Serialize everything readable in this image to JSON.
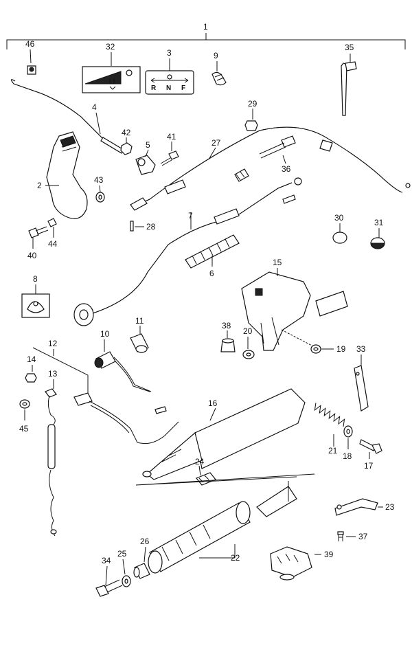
{
  "callouts": {
    "c1": "1",
    "c2": "2",
    "c3": "3",
    "c4": "4",
    "c5": "5",
    "c6": "6",
    "c7": "7",
    "c8": "8",
    "c9": "9",
    "c10": "10",
    "c11": "11",
    "c12": "12",
    "c13": "13",
    "c14": "14",
    "c15": "15",
    "c16": "16",
    "c17": "17",
    "c18": "18",
    "c19": "19",
    "c20": "20",
    "c21": "21",
    "c22": "22",
    "c23": "23",
    "c24": "24",
    "c25": "25",
    "c26": "26",
    "c27": "27",
    "c28": "28",
    "c29": "29",
    "c30": "30",
    "c31": "31",
    "c32": "32",
    "c33": "33",
    "c34": "34",
    "c35": "35",
    "c36": "36",
    "c37": "37",
    "c38": "38",
    "c39": "39",
    "c40": "40",
    "c41": "41",
    "c42": "42",
    "c43": "43",
    "c44": "44",
    "c45": "45",
    "c46": "46"
  },
  "shift_label": {
    "r": "R",
    "n": "N",
    "f": "F"
  }
}
